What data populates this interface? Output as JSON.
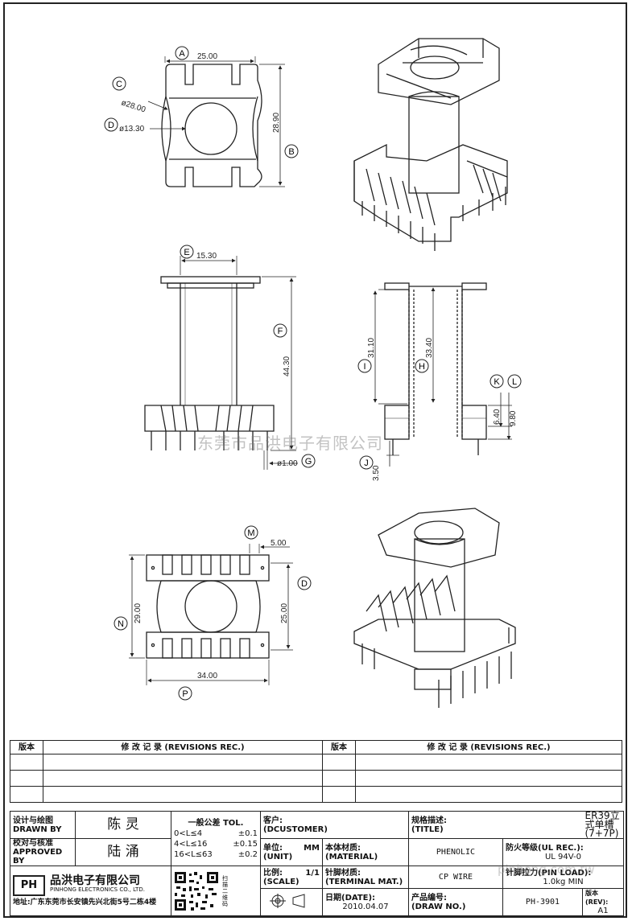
{
  "dimensions": {
    "A": {
      "letter": "A",
      "value": "25.00"
    },
    "B": {
      "letter": "B",
      "value": "28.90"
    },
    "C": {
      "letter": "C",
      "value": "ø28.00"
    },
    "D": {
      "letter": "D",
      "value": "ø13.30"
    },
    "E": {
      "letter": "E",
      "value": "15.30"
    },
    "F": {
      "letter": "F",
      "value": "44.30"
    },
    "G": {
      "letter": "G",
      "value": "ø1.00"
    },
    "H": {
      "letter": "H",
      "value": "33.40"
    },
    "I": {
      "letter": "I",
      "value": "31.10"
    },
    "J": {
      "letter": "J",
      "value": "3.50"
    },
    "K": {
      "letter": "K",
      "value": "6.40"
    },
    "L": {
      "letter": "L",
      "value": "9.80"
    },
    "M": {
      "letter": "M",
      "value": "5.00"
    },
    "N": {
      "letter": "N",
      "value": "29.00"
    },
    "O": {
      "letter": "D",
      "value": "25.00"
    },
    "P": {
      "letter": "P",
      "value": "34.00"
    }
  },
  "watermark": "东莞市品洪电子有限公司",
  "watermark_url": "pinhong.com.tw",
  "revisions": {
    "col_version": "版本",
    "col_record": "修 改 记 录 (REVISIONS REC.)"
  },
  "title_block": {
    "drawn_label": "设计与绘图",
    "drawn_label_en": "DRAWN BY",
    "drawn_by": "陈 灵",
    "approved_label": "校对与核准",
    "approved_label_en": "APPROVED BY",
    "approved_by": "陆 涌",
    "tol_label": "一般公差 TOL.",
    "tol_rows": [
      {
        "range": "0<L≤4",
        "value": "±0.1"
      },
      {
        "range": "4<L≤16",
        "value": "±0.15"
      },
      {
        "range": "16<L≤63",
        "value": "±0.2"
      }
    ],
    "customer_label": "客户:",
    "customer_label_en": "(DCUSTOMER)",
    "customer_value": "",
    "spec_label": "规格描述:",
    "spec_label_en": "(TITLE)",
    "spec_value": "ER39立式单槽(7+7P)",
    "unit_label": "单位:",
    "unit_label_en": "(UNIT)",
    "unit_value": "MM",
    "material_label": "本体材质:",
    "material_label_en": "(MATERIAL)",
    "material_value": "PHENOLIC",
    "fire_label": "防火等级(UL REC.):",
    "fire_value": "UL 94V-0",
    "scale_label": "比例:",
    "scale_label_en": "(SCALE)",
    "scale_value": "1/1",
    "terminal_label": "针脚材质:",
    "terminal_label_en": "(TERMINAL MAT.)",
    "terminal_value": "CP WIRE",
    "pinload_label": "针脚拉力(PIN LOAD):",
    "pinload_value": "1.0kg MIN",
    "company_name": "品洪电子有限公司",
    "company_name_en": "PINHONG ELECTRONICS CO., LTD.",
    "address": "地址:广东东莞市长安镇先兴北街5号二栋4楼",
    "qr_caption": "扫描二维码",
    "date_label": "日期(DATE):",
    "date_value": "2010.04.07",
    "drawno_label": "产品编号:",
    "drawno_label_en": "(DRAW NO.)",
    "drawno_value": "PH-3901",
    "rev_label": "版本(REV):",
    "rev_value": "A1"
  }
}
